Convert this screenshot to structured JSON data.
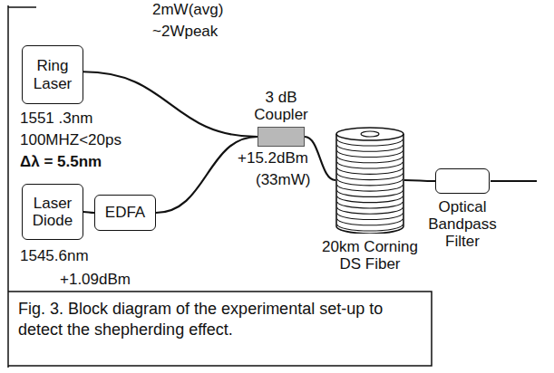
{
  "diagram": {
    "caption": "Fig. 3. Block diagram of the experimental set-up to detect the shepherding effect.",
    "nodes": [
      {
        "text": [
          "Ring Laser"
        ]
      },
      {
        "text": [
          "Laser Diode"
        ]
      },
      {
        "text": [
          "EDFA"
        ]
      },
      {
        "text": [
          "3 dB Coupler"
        ]
      },
      {
        "text": [
          "20km Corning DS Fiber"
        ]
      },
      {
        "text": [
          "Optical Bandpass Filter"
        ]
      }
    ],
    "edges": [
      {
        "from": 0,
        "to": 3,
        "arrow": "none"
      },
      {
        "from": 1,
        "to": 2,
        "arrow": "none"
      },
      {
        "from": 2,
        "to": 3,
        "arrow": "none"
      },
      {
        "from": 3,
        "to": 4,
        "arrow": "none"
      },
      {
        "from": 4,
        "to": 5,
        "arrow": "none"
      }
    ],
    "labels": [
      "2mW(avg)",
      "~2Wpeak",
      "1551 .3nm",
      "100MHZ<20ps",
      "Δλ = 5.5nm",
      "+15.2dBm",
      "(33mW)",
      "1545.6nm",
      "+1.09dBm"
    ]
  }
}
